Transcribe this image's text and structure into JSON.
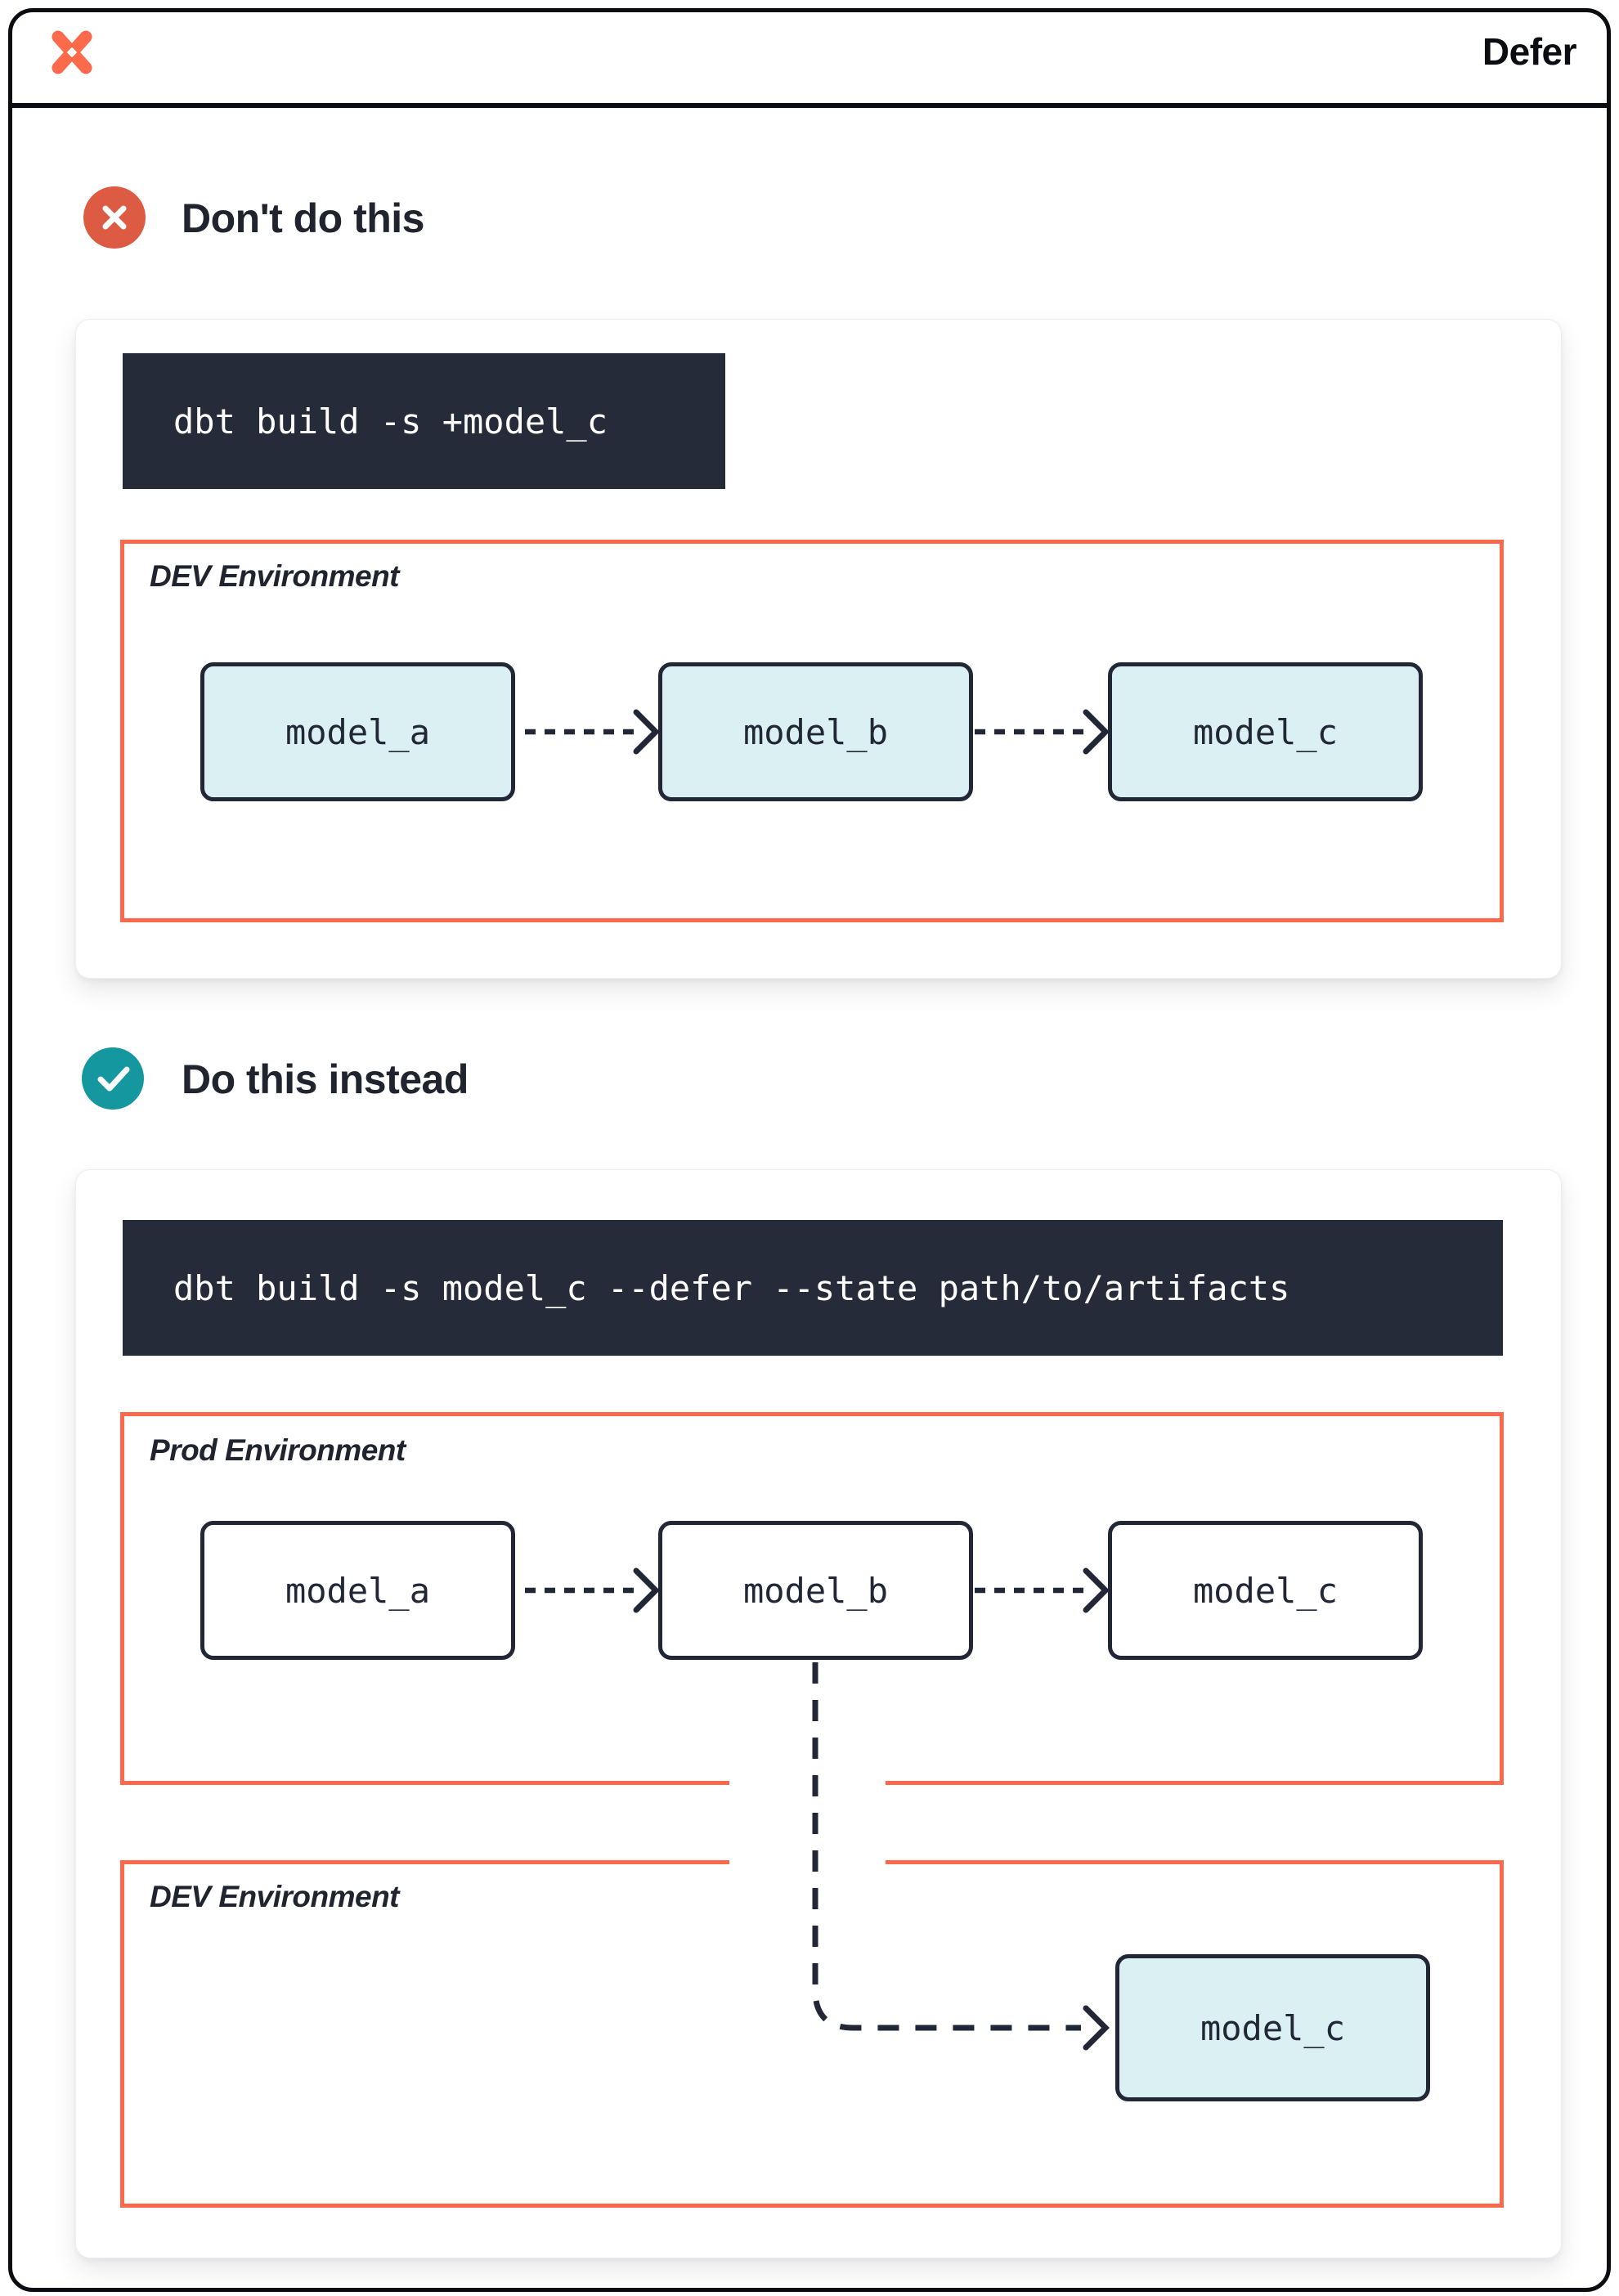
{
  "header": {
    "title": "Defer",
    "logo": "dbt-logo"
  },
  "colors": {
    "frame_border": "#0b0d12",
    "accent_orange": "#fa694b",
    "badge_red": "#dc5b42",
    "badge_teal": "#14979e",
    "node_fill_teal": "#dbf0f2",
    "node_border": "#212737",
    "code_background": "#262b3a",
    "heading_text": "#20242f"
  },
  "sections": [
    {
      "heading": "Don't do this",
      "badge": "cross-icon",
      "command": "dbt build -s +model_c",
      "environments": [
        {
          "label": "DEV Environment",
          "nodes": [
            "model_a",
            "model_b",
            "model_c"
          ]
        }
      ]
    },
    {
      "heading": "Do this instead",
      "badge": "check-icon",
      "command": "dbt build -s model_c --defer --state path/to/artifacts",
      "environments": [
        {
          "label": "Prod Environment",
          "nodes": [
            "model_a",
            "model_b",
            "model_c"
          ]
        },
        {
          "label": "DEV Environment",
          "nodes": [
            "model_c"
          ]
        }
      ]
    }
  ]
}
